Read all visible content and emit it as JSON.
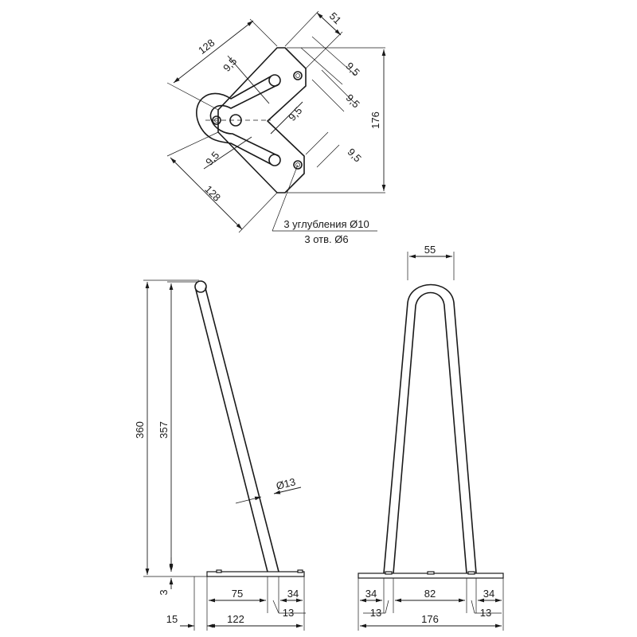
{
  "top_view": {
    "dims": {
      "top_left_128": "128",
      "bottom_left_128": "128",
      "top_right_51": "51",
      "right_176": "176",
      "slot_width_top": "9,5",
      "slot_width_bottom": "9,5",
      "hole_offset_center": "9,5",
      "hole_offset_top_a": "9,5",
      "hole_offset_top_b": "9,5",
      "hole_offset_bottom": "9,5"
    },
    "callout": {
      "line1": "3 углубления Ø10",
      "line2": "3 отв. Ø6"
    }
  },
  "side_view": {
    "dims": {
      "height_total": "360",
      "height_rod": "357",
      "plate_thickness": "3",
      "diameter": "Ø13",
      "offset_75": "75",
      "offset_34": "34",
      "rod_13": "13",
      "length_122": "122",
      "overhang_15": "15"
    }
  },
  "front_view": {
    "dims": {
      "width_top": "55",
      "left_34": "34",
      "middle_82": "82",
      "right_34": "34",
      "left_13": "13",
      "right_13": "13",
      "width_176": "176"
    }
  }
}
